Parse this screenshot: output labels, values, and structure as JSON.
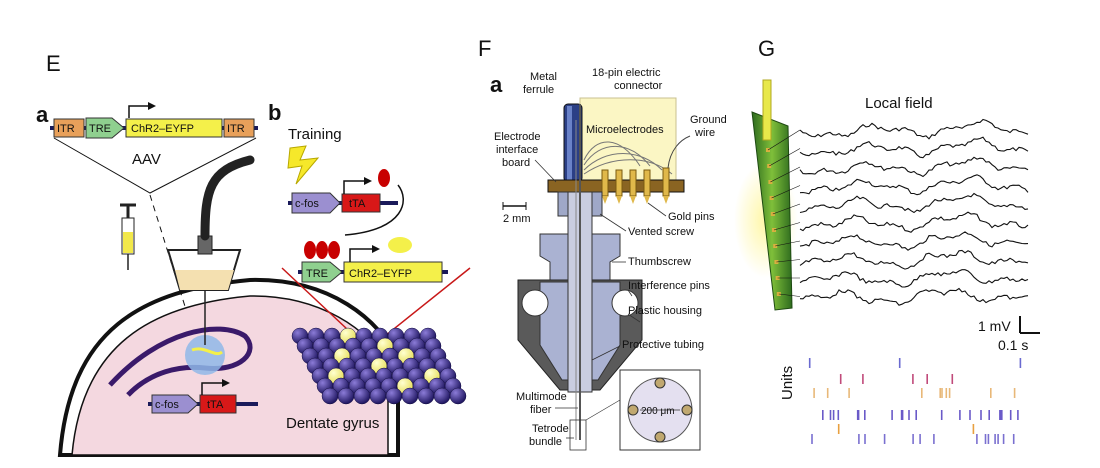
{
  "panels": {
    "E": {
      "letter": "E",
      "a": {
        "letter": "a",
        "construct": [
          "ITR",
          "TRE",
          "ChR2–EYFP",
          "ITR"
        ],
        "vector_label": "AAV",
        "bottom_construct": [
          "c-fos",
          "tTA"
        ]
      },
      "b": {
        "letter": "b",
        "training_label": "Training",
        "top_construct": [
          "c-fos",
          "tTA"
        ],
        "mid_construct": [
          "TRE",
          "ChR2–EYFP"
        ],
        "region_label": "Dentate gyrus"
      }
    },
    "F": {
      "letter": "F",
      "sub_letter": "a",
      "labels": {
        "metal_ferrule": [
          "Metal",
          "ferrule"
        ],
        "connector": [
          "18-pin electric",
          "connector"
        ],
        "interface": [
          "Electrode",
          "interface",
          "board"
        ],
        "microelectrodes": "Microelectrodes",
        "ground": [
          "Ground",
          "wire"
        ],
        "scale": "2 mm",
        "gold_pins": "Gold pins",
        "vented_screw": "Vented screw",
        "thumbscrew": "Thumbscrew",
        "interference_pins": "Interference pins",
        "plastic_housing": "Plastic housing",
        "protective_tubing": "Protective tubing",
        "fiber": [
          "Multimode",
          "fiber"
        ],
        "tetrode": [
          "Tetrode",
          "bundle"
        ],
        "inset_scale": "200 μm"
      }
    },
    "G": {
      "letter": "G",
      "local_field_label": "Local field",
      "mv_scale": "1 mV",
      "time_scale": "0.1 s",
      "units_label": "Units"
    }
  },
  "colors": {
    "itr": "#e8a05a",
    "tre": "#8fd08f",
    "chr2": "#f4f04a",
    "cfos": "#9b8fd0",
    "tta": "#d81818",
    "brain": "#f4d8e0",
    "neuron": "#3a2a7a",
    "active_neuron": "#f8f48a"
  }
}
